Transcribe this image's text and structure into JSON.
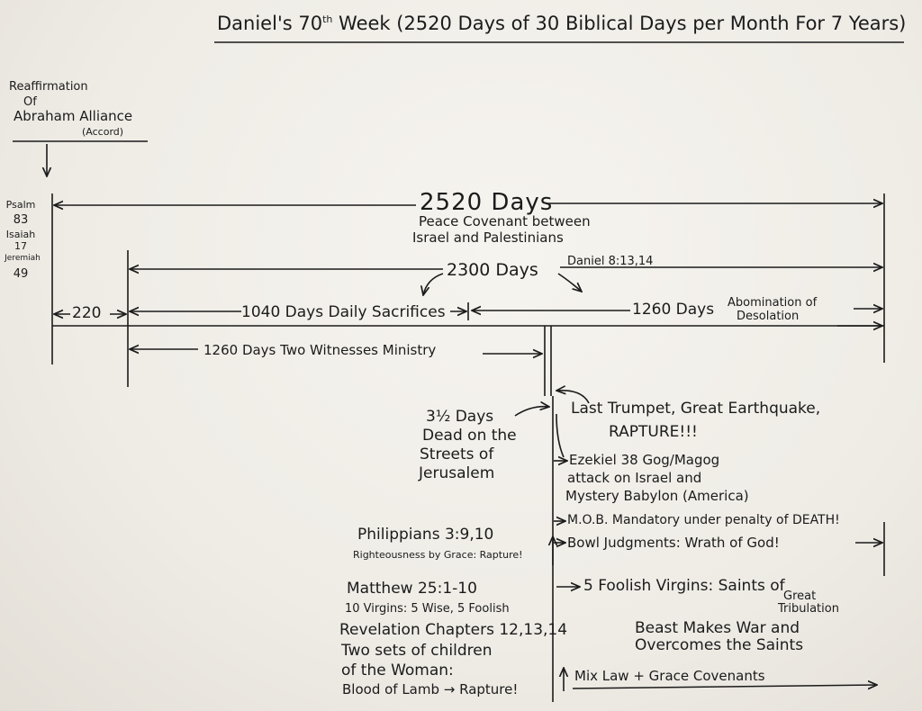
{
  "title": {
    "prefix": "Daniel's 70",
    "sup": "th",
    "suffix": " Week (2520 Days of 30 Biblical Days per Month For 7 Years)"
  },
  "reaffirmation": {
    "line1": "Reaffirmation",
    "line2": "Of",
    "line3": "Abraham Alliance",
    "line4": "(Accord)"
  },
  "refs_left": [
    "Psalm",
    "83",
    "Isaiah",
    "17",
    "Jeremiah",
    "49"
  ],
  "span_2520": {
    "label": "2520 Days",
    "sub1": "Peace Covenant between",
    "sub2": "Israel and Palestinians"
  },
  "span_2300": {
    "label": "2300 Days",
    "ref": "Daniel 8:13,14"
  },
  "span_220": "220",
  "span_1040": "1040 Days Daily Sacrifices",
  "span_1260_right": "1260 Days",
  "abomination": {
    "line1": "Abomination of",
    "line2": "Desolation"
  },
  "witnesses": "1260 Days Two Witnesses Ministry",
  "three_half_days": [
    "3½ Days",
    "Dead on the",
    "Streets of",
    "Jerusalem"
  ],
  "last_trumpet": {
    "line1": "Last Trumpet, Great Earthquake,",
    "line2": "RAPTURE!!!"
  },
  "ezekiel": [
    "Ezekiel 38 Gog/Magog",
    "attack on Israel and",
    "Mystery Babylon (America)"
  ],
  "mob": "M.O.B. Mandatory under penalty of DEATH!",
  "bowl": "Bowl Judgments: Wrath of God!",
  "philippians": {
    "line1": "Philippians 3:9,10",
    "line2": "Righteousness by Grace: Rapture!"
  },
  "matthew": {
    "line1": "Matthew 25:1-10",
    "line2": "10 Virgins: 5 Wise, 5 Foolish"
  },
  "foolish": {
    "line1": "5 Foolish Virgins: Saints of",
    "line2": "Great",
    "line3": "Tribulation"
  },
  "revelation": {
    "line1": "Revelation Chapters 12,13,14",
    "line2": "Two sets of children",
    "line3": "of the Woman:",
    "line4": "Blood of Lamb → Rapture!"
  },
  "beast": {
    "line1": "Beast Makes War and",
    "line2": "Overcomes the Saints"
  },
  "mix_law": "Mix Law + Grace Covenants"
}
